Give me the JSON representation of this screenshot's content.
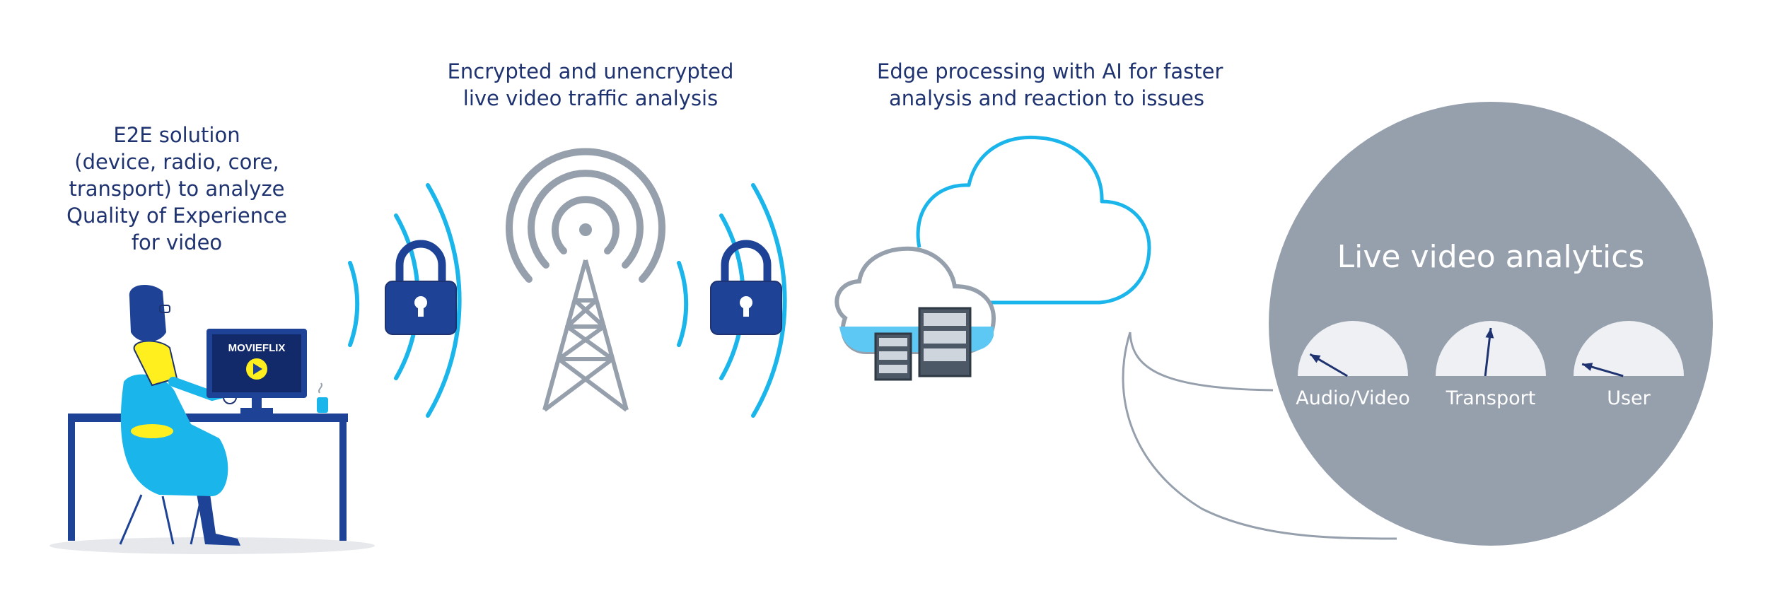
{
  "labels": {
    "e2e_lines": [
      "E2E solution",
      "(device, radio, core,",
      "transport) to analyze",
      "Quality of Experience",
      "for video"
    ],
    "traffic_lines": [
      "Encrypted and unencrypted",
      "live video traffic analysis"
    ],
    "edge_lines": [
      "Edge processing with AI for faster",
      "analysis and reaction to issues"
    ]
  },
  "monitor_brand": "MOVIEFLIX",
  "analytics": {
    "title": "Live video analytics",
    "gauges": [
      {
        "label": "Audio/Video",
        "level": 0.15
      },
      {
        "label": "Transport",
        "level": 0.5
      },
      {
        "label": "User",
        "level": 0.08
      }
    ]
  },
  "colors": {
    "navy": "#1e3370",
    "blue_dark": "#1d4296",
    "cyan": "#1ab5ea",
    "light_blue": "#5ec8f4",
    "gray": "#96a0ad",
    "yellow": "#ffef1e"
  }
}
